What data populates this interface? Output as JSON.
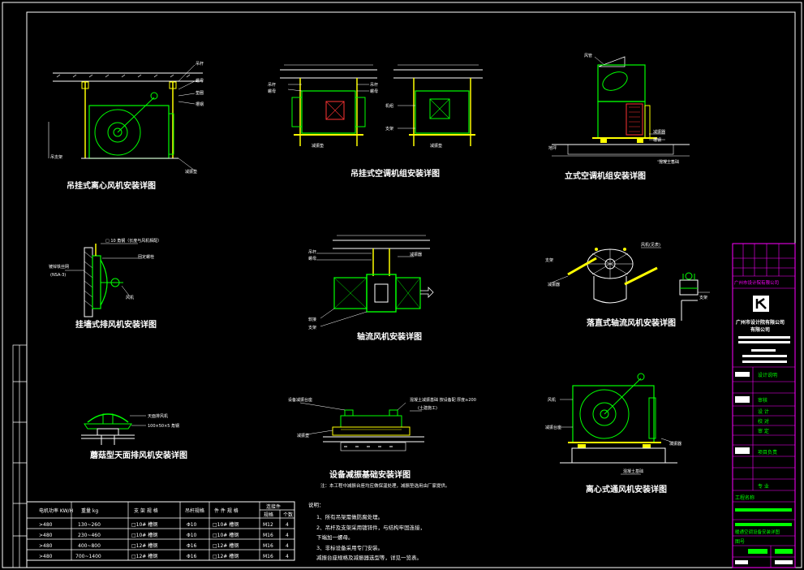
{
  "captions": {
    "d1": "吊挂式离心风机安装详图",
    "d2": "吊挂式空调机组安装详图",
    "d3": "立式空调机组安装详图",
    "d4": "挂墙式排风机安装详图",
    "d5": "轴流风机安装详图",
    "d6": "落直式轴流风机安装详图",
    "d7": "蘑菇型天面排风机安装详图",
    "d8": "设备减振基础安装详图",
    "d8_note": "注：本工程中减振台座均应做保温处理，减振垫选用由厂家提供。",
    "d9": "离心式通风机安装详图"
  },
  "table": {
    "headers": [
      "电机功率 KW/H",
      "重量 kg",
      "支 架 规 格",
      "吊杆规格",
      "件 件 规 格",
      "连接件"
    ],
    "subheaders": [
      "规格",
      "个数"
    ],
    "rows": [
      [
        ">480",
        "130~260",
        "□10#  槽钢",
        "Φ10",
        "□10#  槽钢",
        "M12",
        "4"
      ],
      [
        ">480",
        "230~460",
        "□10#  槽钢",
        "Φ10",
        "□10#  槽钢",
        "M16",
        "4"
      ],
      [
        ">480",
        "400~800",
        "□12#  槽钢",
        "Φ16",
        "□12#  槽钢",
        "M16",
        "4"
      ],
      [
        ">480",
        "700~1400",
        "□12#  槽钢",
        "Φ16",
        "□12#  槽钢",
        "M16",
        "4"
      ]
    ]
  },
  "notes": {
    "title": "说明：",
    "items": [
      "1、所有吊架需做防腐处理。",
      "2、吊杆及支架采用镀锌件，与结构牢固连接，",
      "   下端加一螺母。",
      "3、非标设备采用专门安装。",
      "   减振台座规格及减振器选型等，详见一览表。"
    ]
  },
  "titleblock": {
    "company_top": "广州市设计院有限公司",
    "company": "广州市设计院有限公司",
    "company2": "有限公司",
    "g1": "设计说明",
    "g2": "审核",
    "g3": "设 计",
    "g4": "校 对",
    "g5": "审 定",
    "g6": "项目负责",
    "g7": "专 业",
    "g8": "工程名称",
    "g9": "暖通空调设备安装详图",
    "g10": "图号"
  },
  "colors": {
    "bg": "#000000",
    "line": "#ffffff",
    "green": "#00ff00",
    "yellow": "#ffff00",
    "magenta": "#ff00ff",
    "cyan": "#00ffff",
    "red": "#ff3030"
  }
}
